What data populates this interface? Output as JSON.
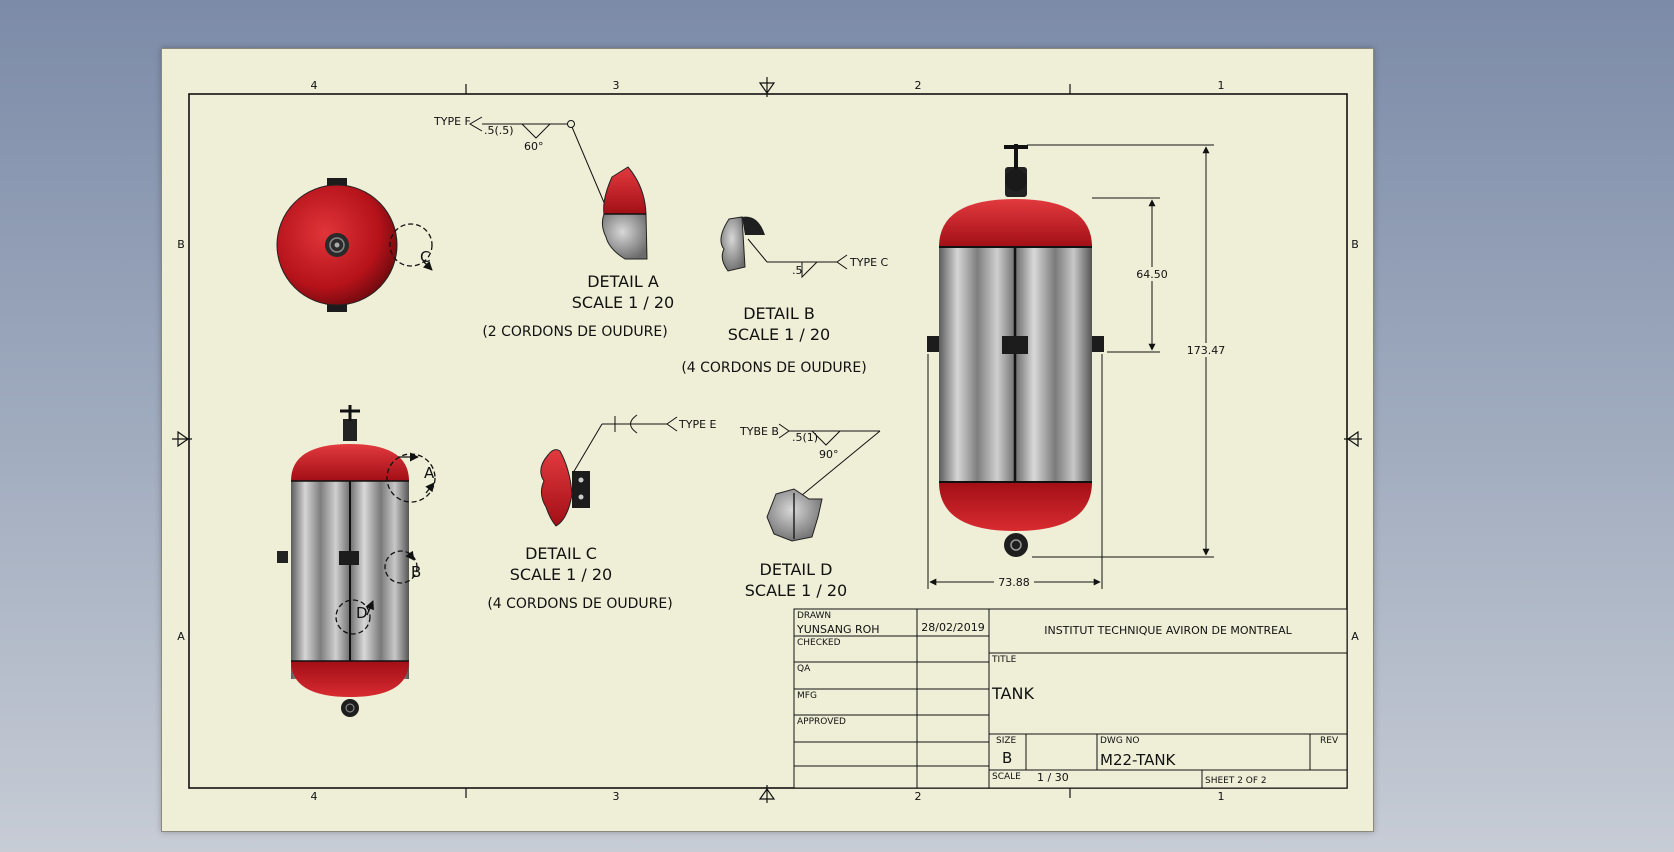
{
  "zones": {
    "columns": [
      "4",
      "3",
      "2",
      "1"
    ],
    "rows": [
      "B",
      "A"
    ]
  },
  "details": {
    "a": {
      "label": "DETAIL  A",
      "scale": "SCALE 1 / 20",
      "note": "(2 CORDONS DE OUDURE)"
    },
    "b": {
      "label": "DETAIL  B",
      "scale": "SCALE 1 / 20",
      "note": "(4 CORDONS DE OUDURE)"
    },
    "c": {
      "label": "DETAIL  C",
      "scale": "SCALE 1 / 20",
      "note": "(4 CORDONS DE OUDURE)"
    },
    "d": {
      "label": "DETAIL  D",
      "scale": "SCALE 1 / 20"
    }
  },
  "callouts": {
    "a": "A",
    "b": "B",
    "c": "C",
    "d": "D"
  },
  "welds": {
    "f": {
      "type": "TYPE F",
      "size": ".5(.5)",
      "angle": "60°"
    },
    "c": {
      "type": "TYPE C",
      "size": ".5"
    },
    "e": {
      "type": "TYPE E"
    },
    "b": {
      "type": "TYBE B",
      "size": ".5(1)",
      "angle": "90°"
    }
  },
  "dimensions": {
    "upper": "64.50",
    "overall_height": "173.47",
    "width": "73.88"
  },
  "title_block": {
    "drawn_label": "DRAWN",
    "drawn_by": "YUNSANG ROH",
    "drawn_date": "28/02/2019",
    "checked_label": "CHECKED",
    "qa_label": "QA",
    "mfg_label": "MFG",
    "approved_label": "APPROVED",
    "company": "INSTITUT TECHNIQUE AVIRON DE MONTREAL",
    "title_label": "TITLE",
    "title": "TANK",
    "size_label": "SIZE",
    "size": "B",
    "dwg_label": "DWG NO",
    "dwg_no": "M22-TANK",
    "rev_label": "REV",
    "scale_label": "SCALE",
    "scale": "1 / 30",
    "sheet": "SHEET 2  OF 2"
  },
  "colors": {
    "tank_red": "#c0161b",
    "steel": "#8e8e8e",
    "sheet": "#efeed7"
  }
}
